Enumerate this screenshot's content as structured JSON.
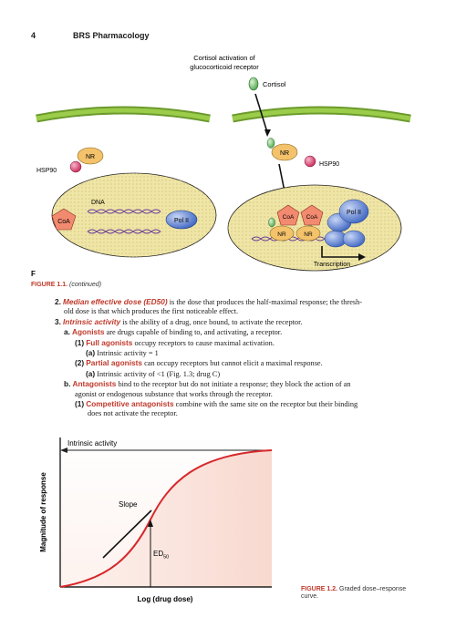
{
  "header": {
    "page_number": "4",
    "book_title": "BRS Pharmacology"
  },
  "figure_1_1": {
    "top_label_line1": "Cortisol activation of",
    "top_label_line2": "glucocorticoid receptor",
    "cortisol": "Cortisol",
    "nr": "NR",
    "hsp90": "HSP90",
    "dna": "DNA",
    "coa": "CoA",
    "pol2": "Pol II",
    "transcription": "Transcription",
    "panel_letter": "F",
    "caption_label": "FIGURE 1.1.",
    "caption_text": "(continued)",
    "colors": {
      "membrane": "#8ab83c",
      "nucleus": "#efe5a6",
      "cortisol": "#6fc06f",
      "nr": "#f3c26b",
      "hsp90": "#e04a7a",
      "coa": "#f28a70",
      "pol2": "#6a8fd8"
    }
  },
  "text": {
    "item2_num": "2.",
    "item2_term": "Median effective dose (ED50)",
    "item2_text_1": " is the dose that produces the half-maximal response; the thresh-",
    "item2_text_2": "old dose is that which produces the first noticeable effect.",
    "item3_num": "3.",
    "item3_term": "Intrinsic activity",
    "item3_text": " is the ability of a drug, once bound, to activate the receptor.",
    "a_num": "a.",
    "a_term": "Agonists",
    "a_text": " are drugs capable of binding to, and activating, a receptor.",
    "a1_num": "(1)",
    "a1_term": "Full agonists",
    "a1_text": " occupy receptors to cause maximal activation.",
    "a1a_num": "(a)",
    "a1a_text": "Intrinsic activity = 1",
    "a2_num": "(2)",
    "a2_term": "Partial agonists",
    "a2_text": " can occupy receptors but cannot elicit a maximal response.",
    "a2a_num": "(a)",
    "a2a_text": "Intrinsic activity of <1 (Fig. 1.3; drug C)",
    "b_num": "b.",
    "b_term": "Antagonists",
    "b_text_1": " bind to the receptor but do not initiate a response; they block the action of an",
    "b_text_2": "agonist or endogenous substance that works through the receptor.",
    "b1_num": "(1)",
    "b1_term": "Competitive antagonists",
    "b1_text_1": " combine with the same site on the receptor but their binding",
    "b1_text_2": "does not activate the receptor."
  },
  "figure_1_2": {
    "intrinsic_activity": "Intrinsic activity",
    "slope": "Slope",
    "ed50_main": "ED",
    "ed50_sub": "50",
    "y_label": "Magnitude of response",
    "x_label": "Log (drug dose)",
    "caption_label": "FIGURE 1.2.",
    "caption_text": "Graded dose–response curve.",
    "colors": {
      "curve": "#d6282b",
      "fill": "#fbe6e0",
      "axis": "#222222"
    }
  }
}
